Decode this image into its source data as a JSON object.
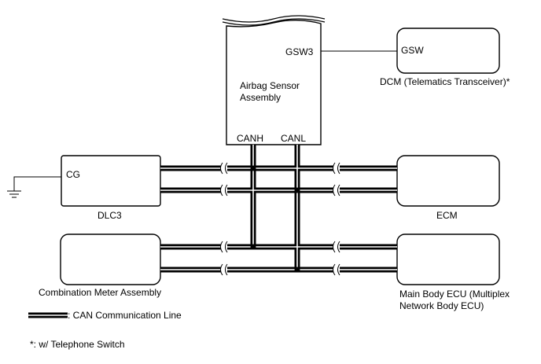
{
  "components": {
    "airbag": {
      "label_line1": "Airbag Sensor",
      "label_line2": "Assembly",
      "pin_gsw3": "GSW3",
      "pin_canh": "CANH",
      "pin_canl": "CANL"
    },
    "dcm": {
      "label": "DCM (Telematics Transceiver)*",
      "pin_gsw": "GSW"
    },
    "dlc3": {
      "label": "DLC3",
      "pin_cg": "CG"
    },
    "ecm": {
      "label": "ECM"
    },
    "meter": {
      "label": "Combination Meter Assembly"
    },
    "body_ecu": {
      "label_line1": "Main Body ECU (Multiplex",
      "label_line2": "Network Body ECU)"
    }
  },
  "legend": {
    "can_line": ": CAN Communication Line",
    "footnote": "*: w/ Telephone Switch"
  },
  "icons": {
    "ground": "ground-symbol-icon",
    "break": "wire-break-icon"
  }
}
